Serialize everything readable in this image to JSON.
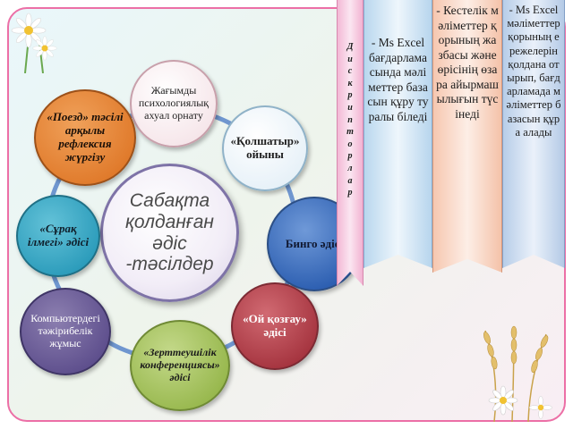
{
  "center": {
    "label": "Сабақта қолданған әдіс -тәсілдер"
  },
  "nodes": [
    {
      "id": "positive-psychology",
      "label": "Жағымды психологиялық ахуал орнату"
    },
    {
      "id": "qolshatyr-game",
      "label": "«Қолшатыр» ойыны"
    },
    {
      "id": "bingo-method",
      "label": "Бинго әдісі"
    },
    {
      "id": "oi-qozgau-method",
      "label": "«Ой қозғау» әдісі"
    },
    {
      "id": "research-conference",
      "label": "«Зерттеушілік конференциясы» әдісі"
    },
    {
      "id": "computer-practical",
      "label": "Компьютердегі тәжірибелік жұмыс"
    },
    {
      "id": "question-loop",
      "label": "«Сұрақ ілмегі» әдісі"
    },
    {
      "id": "poezd-reflection",
      "label": "«Поезд» тәсілі арқылы рефлексия жүргізу"
    }
  ],
  "ribbons": [
    {
      "id": "descriptors",
      "text": "Дискрипторлар"
    },
    {
      "id": "descriptor-1",
      "text": "- Ms Excel бағдарламасында мәліметтер базасын құру туралы біледі"
    },
    {
      "id": "descriptor-2",
      "text": "- Кестелік мәліметтер қорының жазбасы және өрісінің өзара айырмашылығын түсінеді"
    },
    {
      "id": "descriptor-3",
      "text": "- Ms Excel мәліметтер қорының ережелерін қолдана отырып, бағдарламада мәліметтер базасын құра алады"
    }
  ],
  "colors": {
    "frame_border": "#ec6fa6",
    "ring": "#6f96cf",
    "center_border": "#7e73a7"
  }
}
